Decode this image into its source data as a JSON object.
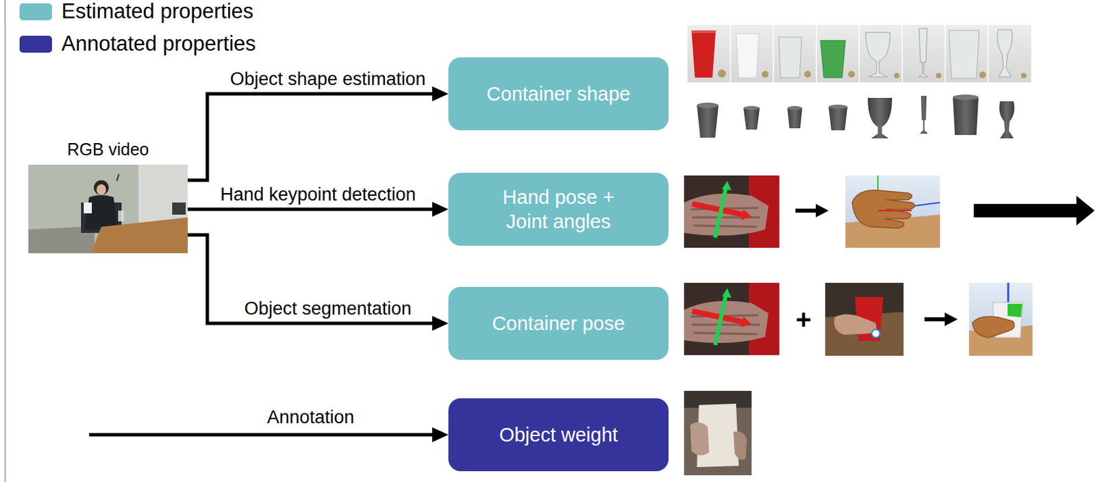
{
  "diagram": {
    "nodes": [
      {
        "text": [
          "RGB video"
        ]
      },
      {
        "text": [
          "Container shape"
        ]
      },
      {
        "text": [
          "Hand pose + Joint angles"
        ]
      },
      {
        "text": [
          "Container pose"
        ]
      },
      {
        "text": [
          "Object weight"
        ]
      }
    ],
    "edges": [
      {
        "from": 0,
        "to": 1,
        "arrow": "to",
        "label": "Object shape estimation"
      },
      {
        "from": 0,
        "to": 2,
        "arrow": "to",
        "label": "Hand keypoint detection"
      },
      {
        "from": 0,
        "to": 3,
        "arrow": "to",
        "label": "Object segmentation"
      }
    ],
    "labels": [
      "Annotation",
      "+"
    ],
    "legend": [
      {
        "text": "Estimated properties",
        "color": "#72bfc6"
      },
      {
        "text": "Annotated properties",
        "color": "#35349a"
      }
    ]
  }
}
